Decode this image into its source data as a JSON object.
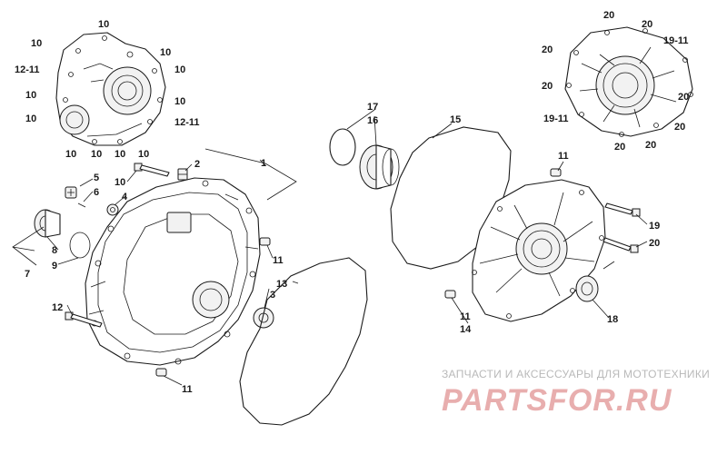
{
  "watermark": {
    "tagline": "ЗАПЧАСТИ И АКСЕССУАРЫ ДЛЯ МОТОТЕХНИКИ",
    "logo": "PARTSFOR.RU"
  },
  "callouts": {
    "c1": "1",
    "c2": "2",
    "c3": "3",
    "c4": "4",
    "c5": "5",
    "c6": "6",
    "c7": "7",
    "c8": "8",
    "c9": "9",
    "c10_main": "10",
    "c11_main_a": "11",
    "c11_main_b": "11",
    "c12_main": "12",
    "c13": "13",
    "c14": "14",
    "c15": "15",
    "c16": "16",
    "c17": "17",
    "c18": "18",
    "c19_right": "19",
    "c20_right": "20",
    "c11_right_a": "11",
    "c11_right_b": "11",
    "tl_10_a": "10",
    "tl_10_b": "10",
    "tl_10_c": "10",
    "tl_10_d": "10",
    "tl_10_e": "10",
    "tl_10_f": "10",
    "tl_10_g": "10",
    "tl_10_h": "10",
    "tl_10_i": "10",
    "tl_10_j": "10",
    "tl_10_k": "10",
    "tl_1211_a": "12-11",
    "tl_1211_b": "12-11",
    "tr_20_a": "20",
    "tr_20_b": "20",
    "tr_20_c": "20",
    "tr_20_d": "20",
    "tr_20_e": "20",
    "tr_20_f": "20",
    "tr_20_g": "20",
    "tr_20_h": "20",
    "tr_1911_a": "19-11",
    "tr_1911_b": "19-11"
  }
}
